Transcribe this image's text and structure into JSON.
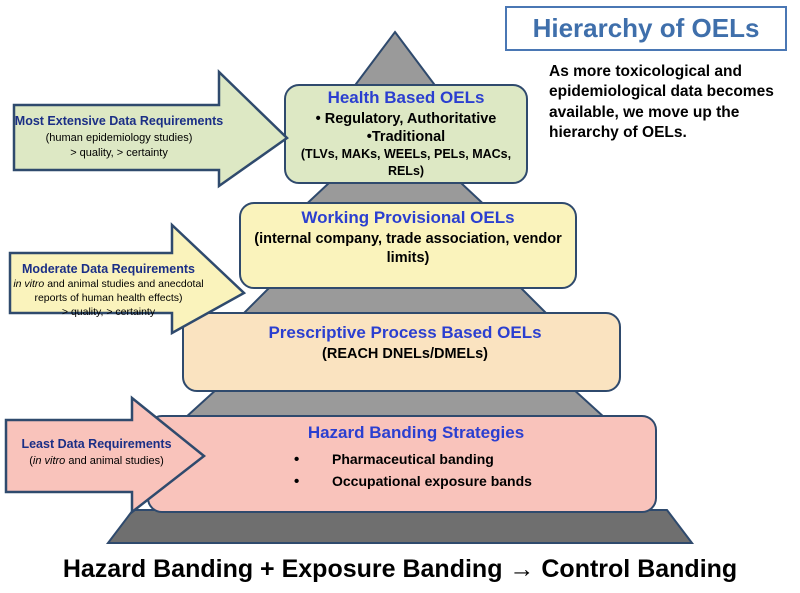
{
  "title": {
    "text": "Hierarchy of OELs",
    "border_color": "#4a77b4",
    "text_color": "#3f6fab"
  },
  "intro": {
    "text": "As more toxicological and epidemiological data becomes available,  we move up the hierarchy of OELs."
  },
  "pyramid": {
    "tiers": [
      {
        "id": "tier-1",
        "name": "health-based-oels",
        "heading": "Health Based OELs",
        "lines": [
          "• Regulatory, Authoritative",
          "•Traditional",
          "(TLVs, MAKs, WEELs, PELs, MACs, RELs)"
        ],
        "fill": "#dde8c4",
        "stroke": "#2f4a6d"
      },
      {
        "id": "tier-2",
        "name": "working-provisional-oels",
        "heading": "Working Provisional OELs",
        "lines": [
          "(internal company, trade association,  vendor limits)"
        ],
        "fill": "#faf3bc",
        "stroke": "#2f4a6d"
      },
      {
        "id": "tier-3",
        "name": "prescriptive-process-based-oels",
        "heading": "Prescriptive Process Based OELs",
        "lines": [
          "(REACH DNELs/DMELs)"
        ],
        "fill": "#fae3c0",
        "stroke": "#2f4a6d"
      },
      {
        "id": "tier-4",
        "name": "hazard-banding-strategies",
        "heading": "Hazard Banding Strategies",
        "bullets": [
          "Pharmaceutical banding",
          "Occupational exposure bands"
        ],
        "fill": "#f9c3bb",
        "stroke": "#2f4a6d"
      }
    ],
    "core_fill": "#9a9a9a",
    "base_fill": "#6f6f6f",
    "core_stroke": "#2f4a6d"
  },
  "arrows": [
    {
      "id": "arrow-1",
      "name": "most-extensive-data-requirements-arrow",
      "heading": "Most Extensive Data Requirements",
      "sub_lines": [
        "(human epidemiology studies)",
        "> quality, > certainty"
      ],
      "fill": "#dde8c4",
      "stroke": "#2f4a6d"
    },
    {
      "id": "arrow-2",
      "name": "moderate-data-requirements-arrow",
      "heading": "Moderate Data Requirements",
      "sub_lines": [
        "(in vitro and animal studies and anecdotal",
        "reports of human health effects)",
        "> quality, > certainty"
      ],
      "sub_italic_prefix": "in vitro",
      "fill": "#faf3bc",
      "stroke": "#2f4a6d"
    },
    {
      "id": "arrow-3",
      "name": "least-data-requirements-arrow",
      "heading": "Least Data  Requirements",
      "sub_lines": [
        "(in vitro and animal studies)"
      ],
      "sub_italic_prefix": "in vitro",
      "fill": "#f9c3bb",
      "stroke": "#2f4a6d"
    }
  ],
  "caption": {
    "left": "Hazard Banding + Exposure Banding",
    "glyph": "→",
    "right": "Control Banding"
  }
}
